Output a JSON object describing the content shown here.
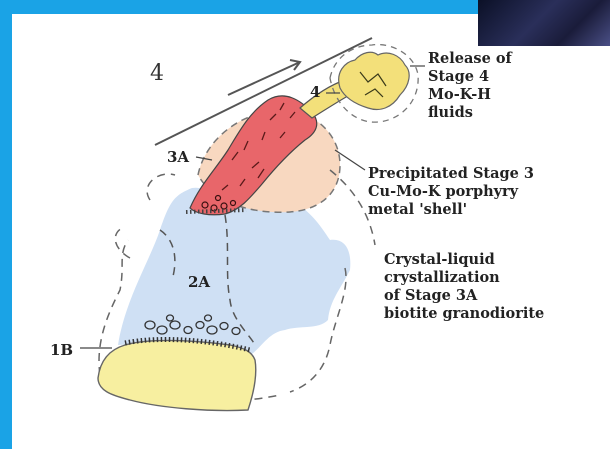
{
  "diagram": {
    "stage_number": "4",
    "labels": {
      "stage4": "4",
      "stage3A": "3A",
      "stage2A": "2A",
      "stage1B": "1B"
    },
    "annotations": {
      "release": [
        "Release of",
        "Stage 4",
        "Mo-K-H",
        "fluids"
      ],
      "precipitated": [
        "Precipitated Stage 3",
        "Cu-Mo-K porphyry",
        "metal 'shell'"
      ],
      "crystallization": [
        "Crystal-liquid",
        "crystallization",
        "of Stage 3A",
        "biotite granodiorite"
      ]
    },
    "colors": {
      "background": "#1aa3e6",
      "panel": "#ffffff",
      "granite_blue": "#cfe0f4",
      "base_yellow": "#f7efa0",
      "shell_peach": "#f8d8c0",
      "dyke_red": "#e8666a",
      "release_yellow": "#f3e07a"
    }
  }
}
